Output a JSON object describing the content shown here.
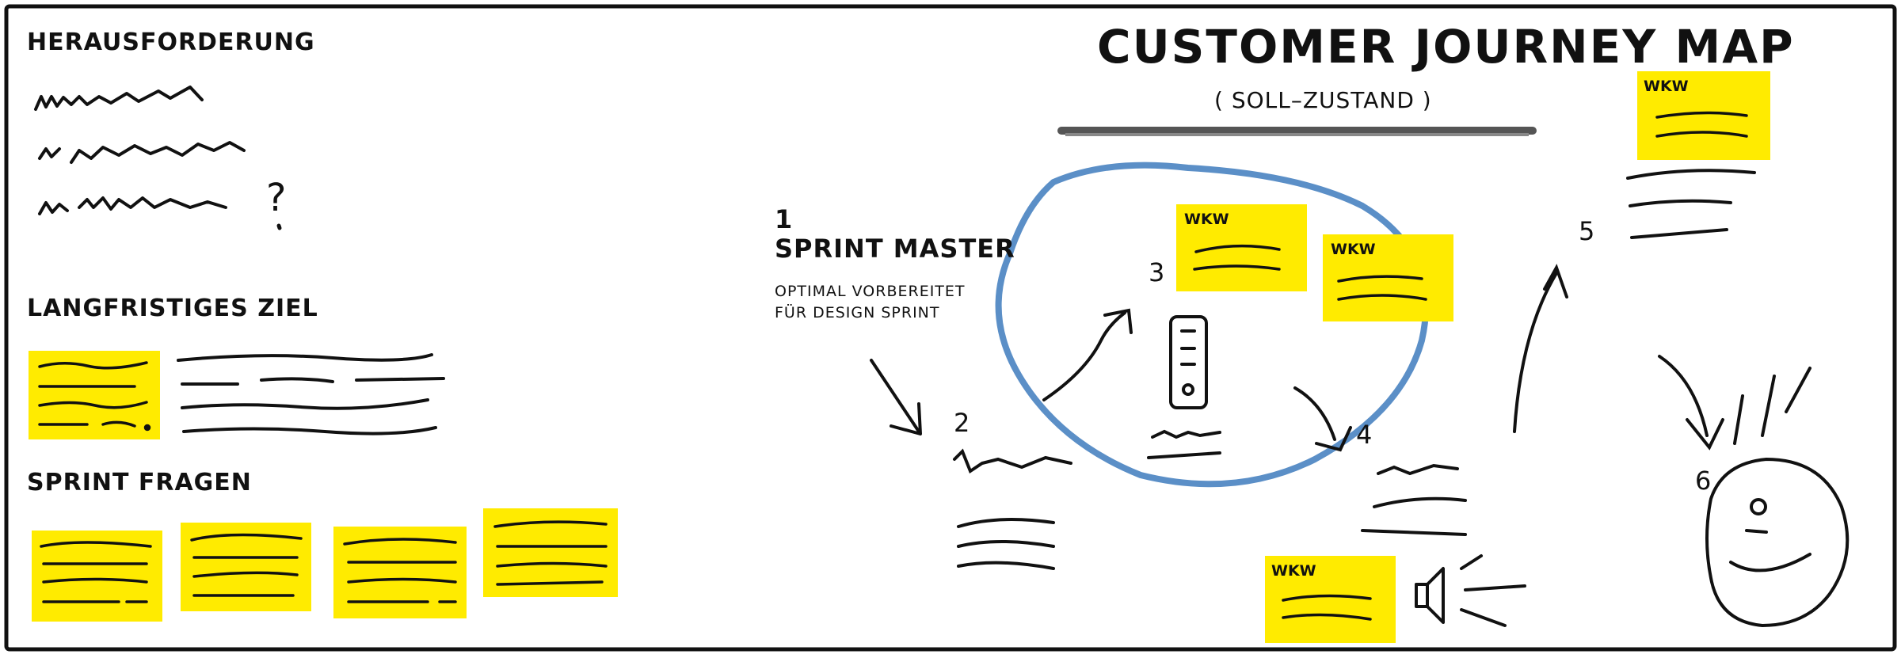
{
  "board": {
    "title": "CUSTOMER JOURNEY MAP",
    "subtitle": "( SOLL–ZUSTAND )",
    "sections": {
      "challenge": "HERAUSFORDERUNG",
      "longterm_goal": "LANGFRISTIGES ZIEL",
      "sprint_questions": "SPRINT FRAGEN"
    },
    "question_mark": "?",
    "steps": {
      "s1_number": "1",
      "s1_title": "SPRINT MASTER",
      "s1_desc_line1": "OPTIMAL VORBEREITET",
      "s1_desc_line2": "FÜR DESIGN SPRINT",
      "s2": "2",
      "s3": "3",
      "s4": "4",
      "s5": "5",
      "s6": "6"
    },
    "sticky_label": "WKW",
    "colors": {
      "sticky": "#FFEB00",
      "ink": "#111111",
      "highlight_circle": "#5B8FC7",
      "title_underline": "#555555"
    },
    "icons": [
      "phone-icon",
      "speaker-icon",
      "smiley-face-icon",
      "arrow-icon"
    ]
  }
}
